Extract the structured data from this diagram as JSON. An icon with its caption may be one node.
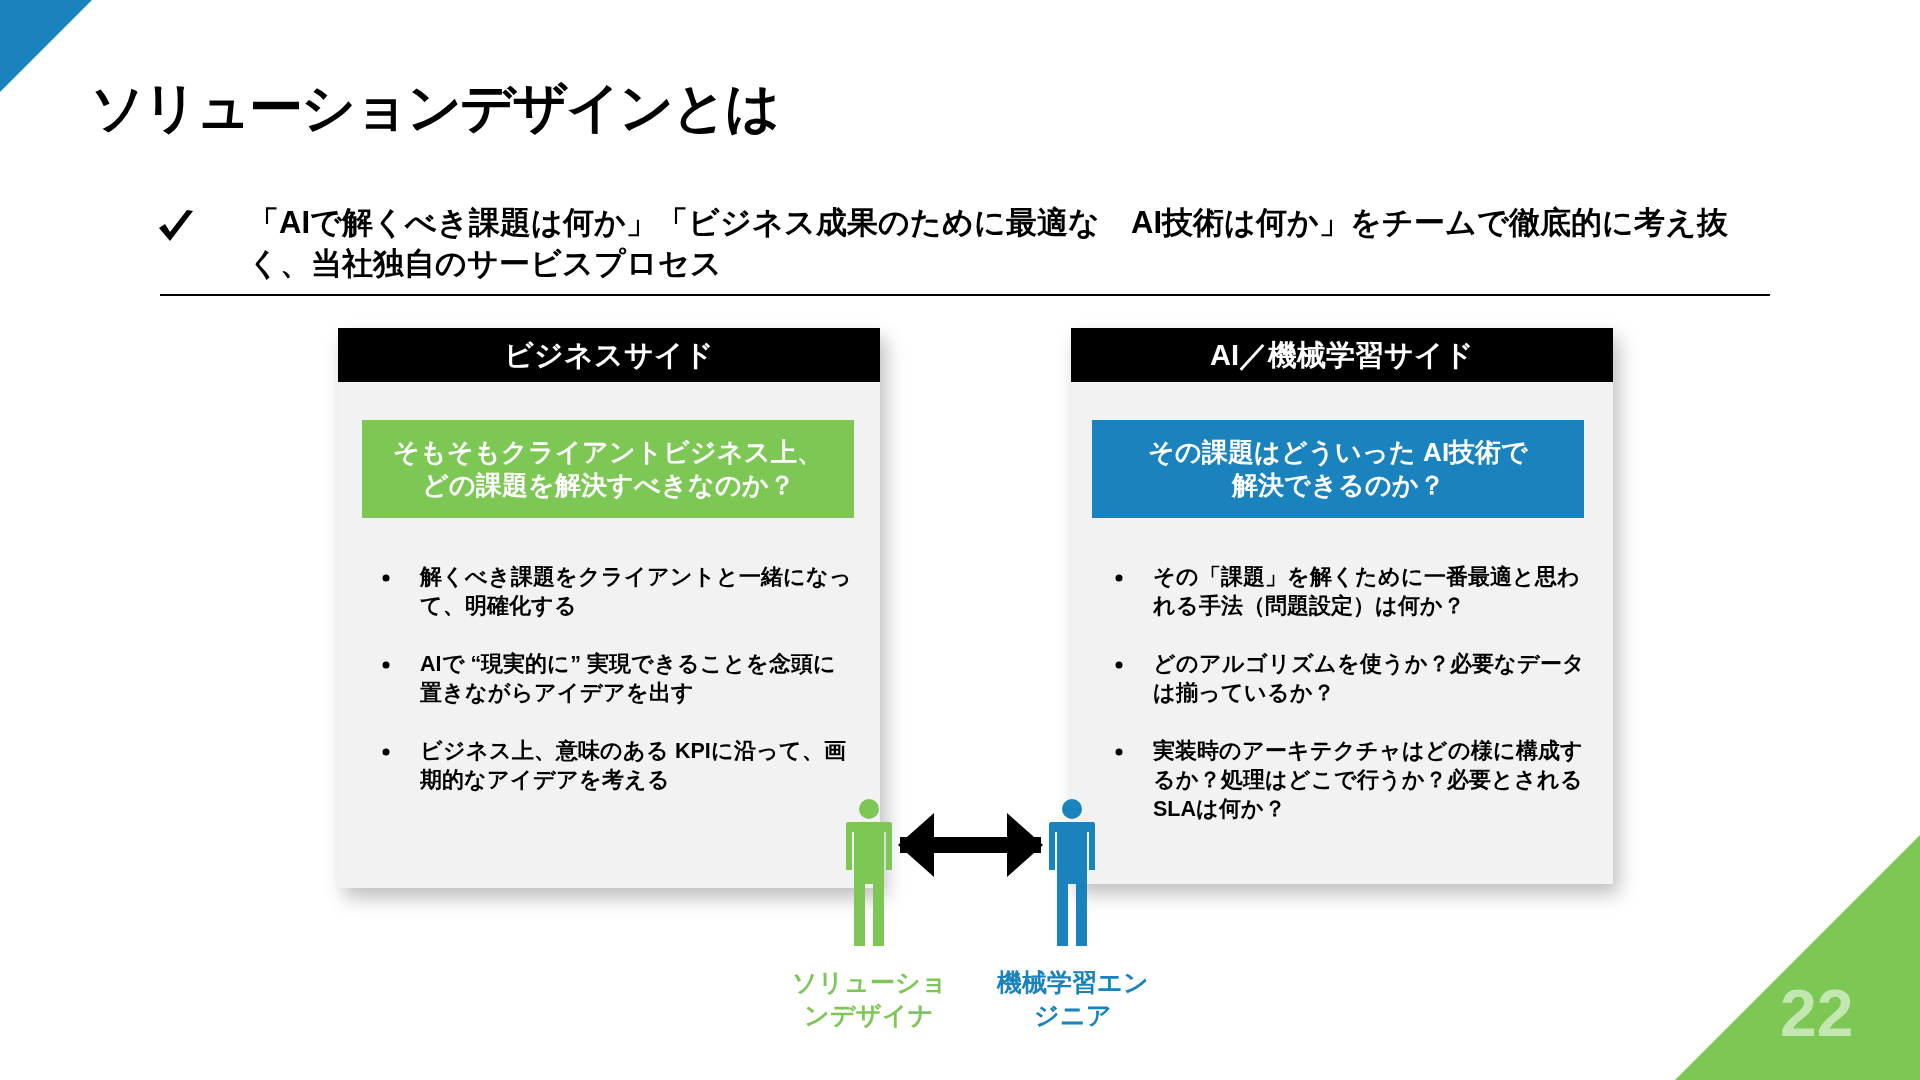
{
  "diagram": {
    "title": "ソリューションデザインとは",
    "nodes": [
      {
        "text": [
          "ビジネスサイド",
          "解くべき課題をクライアントと一緒になって、明確化する",
          "AIで “現実的に” 実現できることを念頭に置きながらアイデアを出す",
          "ビジネス上、意味のある KPIに沿って、画期的なアイデアを考える"
        ]
      },
      {
        "text": [
          "そもそもクライアントビジネス上、どの課題を解決すべきなのか？"
        ],
        "in": 0
      },
      {
        "text": [
          "AI／機械学習サイド",
          "その「課題」を解くために一番最適と思われる手法（問題設定）は何か？",
          "どのアルゴリズムを使うか？必要なデータは揃っているか？",
          "実装時のアーキテクチャはどの様に構成するか？処理はどこで行うか？必要とされるSLAは何か？"
        ]
      },
      {
        "text": [
          "その課題はどういった AI技術で解決できるのか？"
        ],
        "in": 2
      },
      {
        "text": [],
        "shape": "person",
        "beside": [
          "ソリューションデザイナ"
        ]
      },
      {
        "text": [],
        "shape": "person",
        "beside": [
          "機械学習エンジニア"
        ]
      }
    ],
    "edges": [
      {
        "from": 4,
        "to": 5,
        "arrow": "both"
      }
    ],
    "labels": [
      "「AIで解くべき課題は何か」「ビジネス成果のために最適な　AI技術は何か」をチームで徹底的に考え抜く、当社独自のサービスプロセス",
      "22"
    ]
  }
}
